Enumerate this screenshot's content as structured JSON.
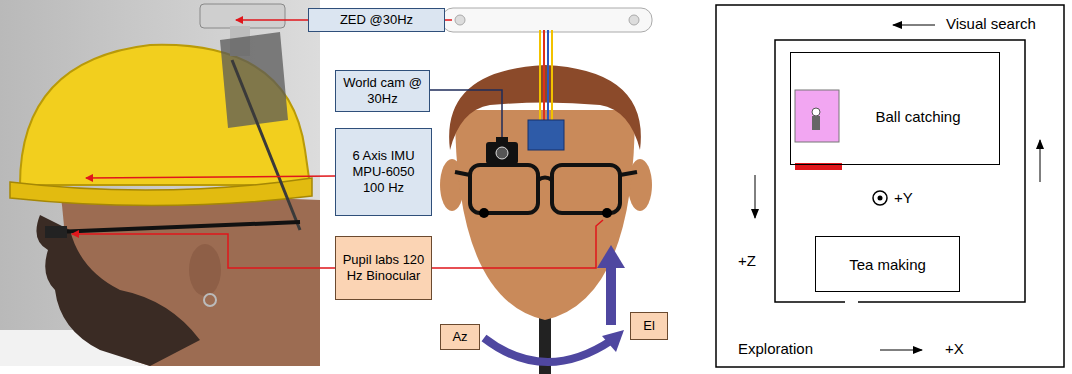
{
  "diagram": {
    "nodes": [
      {
        "text": [
          "ZED @30Hz"
        ]
      },
      {
        "text": [
          "World cam @ 30Hz"
        ]
      },
      {
        "text": [
          "6 Axis IMU MPU-6050 100 Hz"
        ]
      },
      {
        "text": [
          "Pupil labs 120 Hz Binocular"
        ]
      },
      {
        "text": [
          "Az"
        ]
      },
      {
        "text": [
          "El"
        ]
      },
      {
        "text": [
          "Ball catching"
        ]
      },
      {
        "text": [
          "Tea making"
        ]
      }
    ],
    "labels": [
      "Visual search",
      "+Y",
      "+Z",
      "+X",
      "Exploration"
    ]
  }
}
